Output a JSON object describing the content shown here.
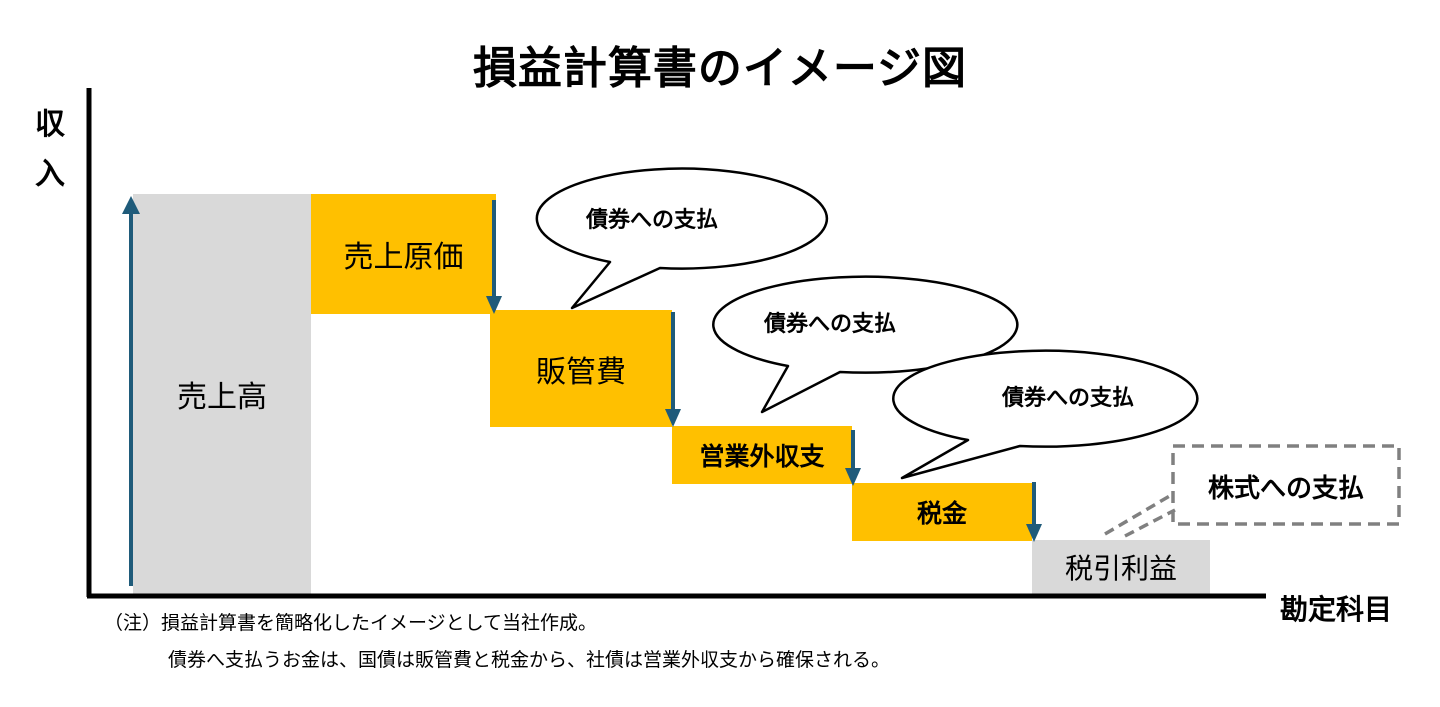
{
  "title": "損益計算書のイメージ図",
  "y_axis_label": "収入",
  "x_axis_label": "勘定科目",
  "bars": {
    "sales": "売上高",
    "cost_of_sales": "売上原価",
    "sga": "販管費",
    "non_operating": "営業外収支",
    "tax": "税金",
    "pretax_profit": "税引利益"
  },
  "callouts": {
    "bond_payment_1": "債券への支払",
    "bond_payment_2": "債券への支払",
    "bond_payment_3": "債券への支払",
    "stock_payment": "株式への支払"
  },
  "notes": {
    "line1": "（注）損益計算書を簡略化したイメージとして当社作成。",
    "line2": "債券へ支払うお金は、国債は販管費と税金から、社債は営業外収支から確保される。"
  },
  "colors": {
    "gray_bar": "#d9d9d9",
    "gold_bar": "#ffc000",
    "arrow": "#1f5b7a",
    "dashed_box": "#808080"
  }
}
